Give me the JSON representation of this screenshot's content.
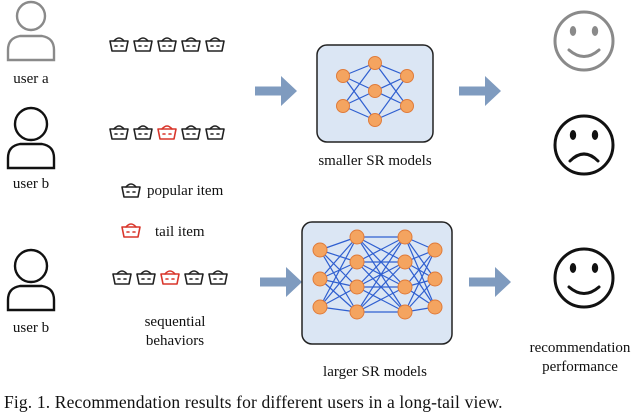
{
  "users": {
    "user_a": "user a",
    "user_b_top": "user b",
    "user_b_bottom": "user b"
  },
  "legend": {
    "popular": "popular item",
    "tail": "tail item"
  },
  "sequence_label": [
    "sequential",
    "behaviors"
  ],
  "models": {
    "smaller": "smaller SR models",
    "larger": "larger SR models"
  },
  "outcome_label": [
    "recommendation",
    "performance"
  ],
  "caption": "Fig. 1.  Recommendation results for different users in a long-tail view.",
  "colors": {
    "popular_item": "#222222",
    "tail_item": "#d9362b",
    "neuron": "#f4a460",
    "neuron_stroke": "#e07b39",
    "edge": "#2f5fd0",
    "model_box": "#dbe6f4",
    "arrow": "#7f9bbf",
    "happy_gray": "#8a8a8a"
  }
}
